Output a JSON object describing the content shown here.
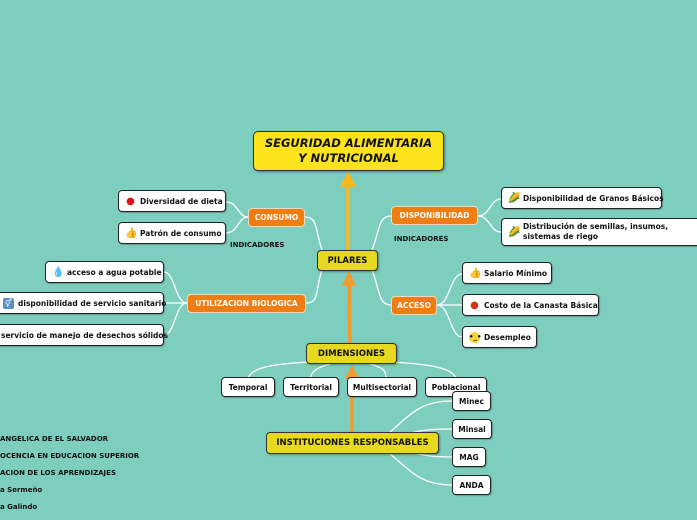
{
  "root": {
    "line1": "SEGURIDAD ALIMENTARIA",
    "line2": "Y NUTRICIONAL"
  },
  "pilares": {
    "label": "PILARES",
    "consumo": {
      "label": "CONSUMO",
      "note": "INDICADORES",
      "items": [
        {
          "icon": "apple-icon",
          "label": "Diversidad de dieta"
        },
        {
          "icon": "thumbs-up-icon",
          "label": "Patrón de consumo"
        }
      ]
    },
    "disponibilidad": {
      "label": "DISPONIBILIDAD",
      "note": "INDICADORES",
      "items": [
        {
          "icon": "corn-icon",
          "label": "Disponibilidad de Granos Básicos"
        },
        {
          "icon": "corn-icon",
          "label": "Distribución de semillas, insumos, sistemas de riego"
        }
      ]
    },
    "utilizacion": {
      "label": "UTILIZACION BIOLOGICA",
      "items": [
        {
          "icon": "water-drops-icon",
          "label": "acceso a agua potable"
        },
        {
          "icon": "restroom-icon",
          "label": "disponibilidad de servicio sanitario"
        },
        {
          "label": "servicio de manejo de desechos sólidos"
        }
      ]
    },
    "acceso": {
      "label": "ACCESO",
      "items": [
        {
          "icon": "thumbs-up-icon",
          "label": "Salario Mínimo"
        },
        {
          "icon": "tomato-icon",
          "label": "Costo de la Canasta Básica"
        },
        {
          "icon": "neutral-face-icon",
          "label": "Desempleo"
        }
      ]
    }
  },
  "dimensiones": {
    "label": "DIMENSIONES",
    "items": [
      "Temporal",
      "Territorial",
      "Multisectorial",
      "Poblacional"
    ]
  },
  "instituciones": {
    "label": "INSTITUCIONES RESPONSABLES",
    "items": [
      "Minec",
      "Minsal",
      "MAG",
      "ANDA"
    ]
  },
  "footer_lines": [
    "ANGELICA DE EL SALVADOR",
    "OCENCIA EN EDUCACION SUPERIOR",
    "ACION DE LOS APRENDIZAJES",
    "a Sermeño",
    "a Galindo"
  ],
  "colors": {
    "background": "#7ecec0",
    "root": "#fde31b",
    "hub": "#e6d91f",
    "branch": "#ef7d11",
    "arrow_top": "#fbb819",
    "arrow_orange": "#f39a2b"
  }
}
